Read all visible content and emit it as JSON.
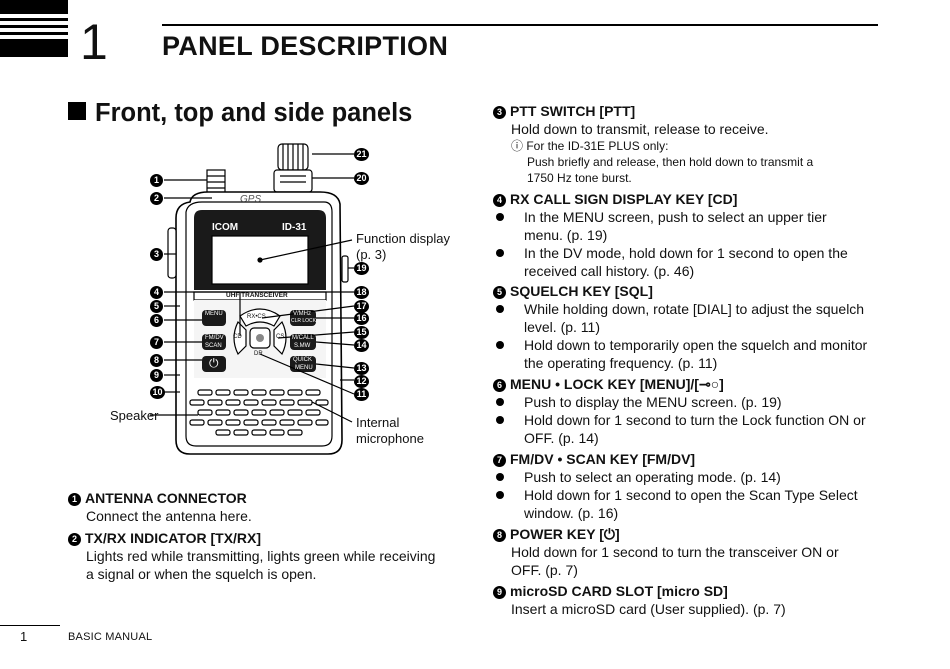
{
  "chapter": {
    "number": "1",
    "title": "PANEL DESCRIPTION"
  },
  "section": {
    "title": "Front, top and side panels"
  },
  "figure": {
    "brand": "ICOM",
    "model": "ID-31",
    "gps": "GPS",
    "band": "UHF TRANSCEIVER",
    "keys": {
      "menu": "MENU",
      "fmdv": "FM/DV",
      "scan": "SCAN",
      "rxcs": "RX•CS",
      "cd": "CD",
      "cs": "CS",
      "dr": "DR",
      "vmhz": "V/MHz",
      "clr": "CLR LOCK",
      "mcall": "M/CALL",
      "smw": "S.MW",
      "quick": "QUICK",
      "quick2": "MENU"
    },
    "callouts": {
      "function_display": "Function display",
      "function_display_page": "(p. 3)",
      "speaker": "Speaker",
      "internal": "Internal",
      "microphone": "microphone"
    },
    "numbers_left": [
      "1",
      "2",
      "3",
      "4",
      "5",
      "6",
      "7",
      "8",
      "9",
      "10"
    ],
    "numbers_right": [
      "21",
      "20",
      "19",
      "18",
      "17",
      "16",
      "15",
      "14",
      "13",
      "12",
      "11"
    ]
  },
  "left_items": [
    {
      "num": "1",
      "head": "ANTENNA CONNECTOR",
      "body": "Connect the antenna here."
    },
    {
      "num": "2",
      "head": "TX/RX INDICATOR [TX/RX]",
      "body1": "Lights red while transmitting, lights green while receiving",
      "body2": "a signal or when the squelch is open."
    }
  ],
  "right_items": {
    "ptt": {
      "num": "3",
      "head": "PTT SWITCH [PTT]",
      "body": "Hold down to transmit, release to receive.",
      "note_label": "For the ID-31E PLUS only:",
      "note1": "Push briefly and release, then hold down to transmit a",
      "note2": "1750 Hz tone burst."
    },
    "cd": {
      "num": "4",
      "head": "RX CALL SIGN DISPLAY KEY [CD]",
      "b1a": "In the MENU screen, push to select an upper tier",
      "b1b": "menu. (p. 19)",
      "b2a": "In the DV mode, hold down for 1 second to open the",
      "b2b": "received call history. (p. 46)"
    },
    "sql": {
      "num": "5",
      "head": "SQUELCH KEY [SQL]",
      "b1a": "While holding down, rotate [DIAL] to adjust the squelch",
      "b1b": "level. (p. 11)",
      "b2a": "Hold down to temporarily open the squelch and monitor",
      "b2b": "the operating frequency. (p. 11)"
    },
    "menu": {
      "num": "6",
      "head": "MENU • LOCK KEY [MENU]/[",
      "head_end": "]",
      "b1": "Push to display the MENU screen. (p. 19)",
      "b2a": "Hold down for 1 second to turn the Lock function ON or",
      "b2b": "OFF. (p. 14)"
    },
    "fmdv": {
      "num": "7",
      "head": "FM/DV • SCAN KEY [FM/DV]",
      "b1": "Push to select an operating mode. (p. 14)",
      "b2a": "Hold down for 1 second to open the Scan Type Select",
      "b2b": "window. (p. 16)"
    },
    "power": {
      "num": "8",
      "head": "POWER KEY [",
      "head_end": "]",
      "body1": "Hold down for 1 second to turn the transceiver ON or",
      "body2": "OFF. (p. 7)"
    },
    "sd": {
      "num": "9",
      "head": "microSD CARD SLOT [micro SD]",
      "body": "Insert a microSD card (User supplied). (p. 7)"
    }
  },
  "footer": {
    "page": "1",
    "label": "BASIC MANUAL"
  }
}
